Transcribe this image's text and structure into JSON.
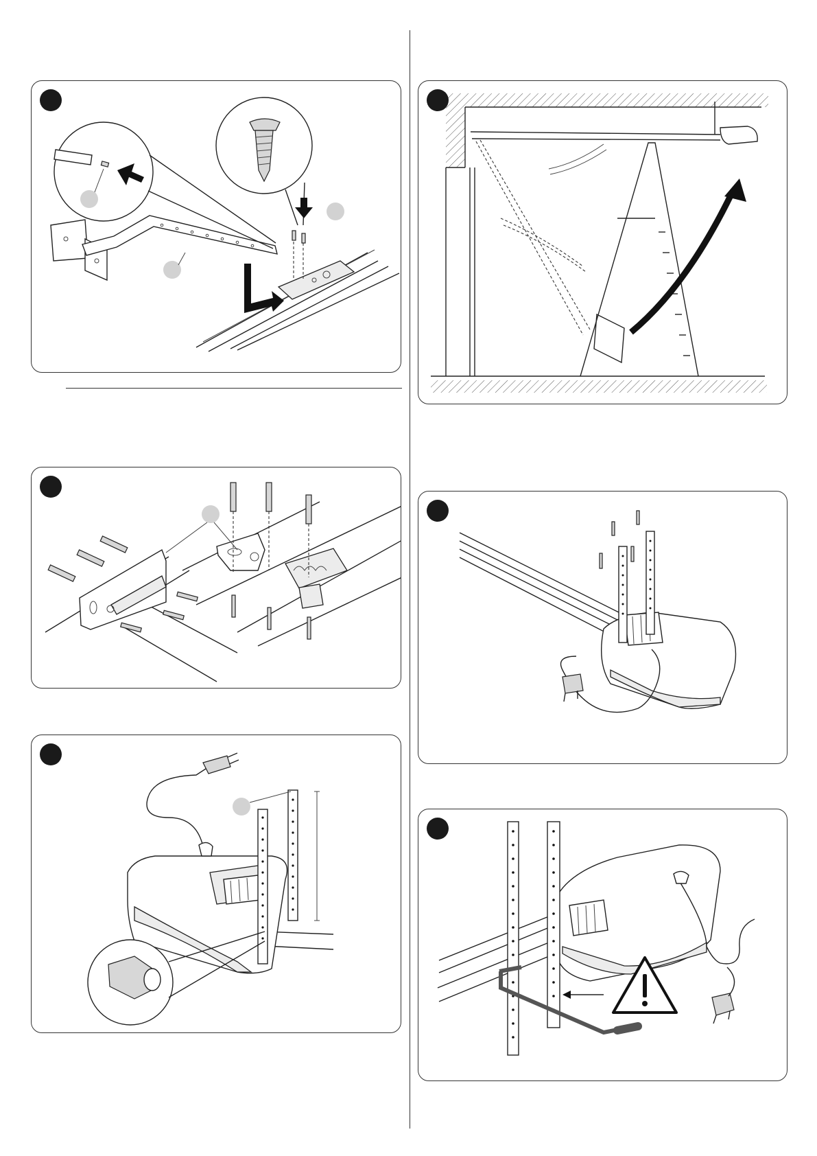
{
  "page": {
    "background": "#ffffff",
    "line_color": "#222222",
    "callout_color": "#d2d2d2",
    "badge_color": "#1a1a1a"
  },
  "figures": [
    {
      "id": "fig-a",
      "description_icon": "bracket-to-rail-icon"
    },
    {
      "id": "fig-b",
      "description_icon": "ladder-lift-icon"
    },
    {
      "id": "fig-c",
      "description_icon": "wall-anchor-icon"
    },
    {
      "id": "fig-d",
      "description_icon": "ceiling-bracket-icon"
    },
    {
      "id": "fig-e",
      "description_icon": "hanging-bracket-icon"
    },
    {
      "id": "fig-f",
      "description_icon": "hacksaw-warning-icon"
    }
  ]
}
